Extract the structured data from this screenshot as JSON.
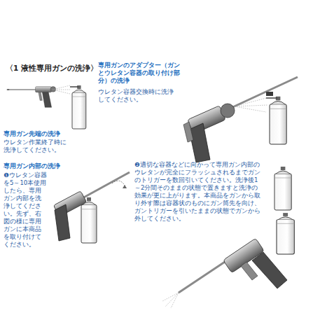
{
  "diagram": {
    "title": "〈1 液性専用ガンの洗浄〉",
    "labels": [
      "専用ガン先端の洗浄",
      "ウレタン作業終了時に洗浄してください。",
      "専用ガンのアダプター（ガンとウレタン容器の取り付け部分）の洗浄",
      "ウレタン容器交換時に洗浄してください。",
      "専用ガン内部の洗浄",
      "❶ウレタン容器を5～10本使用したら、専用ガン内部を洗浄してください。先ず、右図の様に専用ガンに本商品を取り付けてください。",
      "❷適切な容器などに向かって専用ガン内部のウレタンが完全にフラッシュされるまでガンのトリガーを数回引いてください。洗浄後1～2分間そのままの状態で置きますと洗浄の効果が更に上がります。本商品をガンから取り外す際は容器状のものにガン筒先を向け、ガントリガーを引いたままの状態でガンから外してください。"
    ]
  }
}
